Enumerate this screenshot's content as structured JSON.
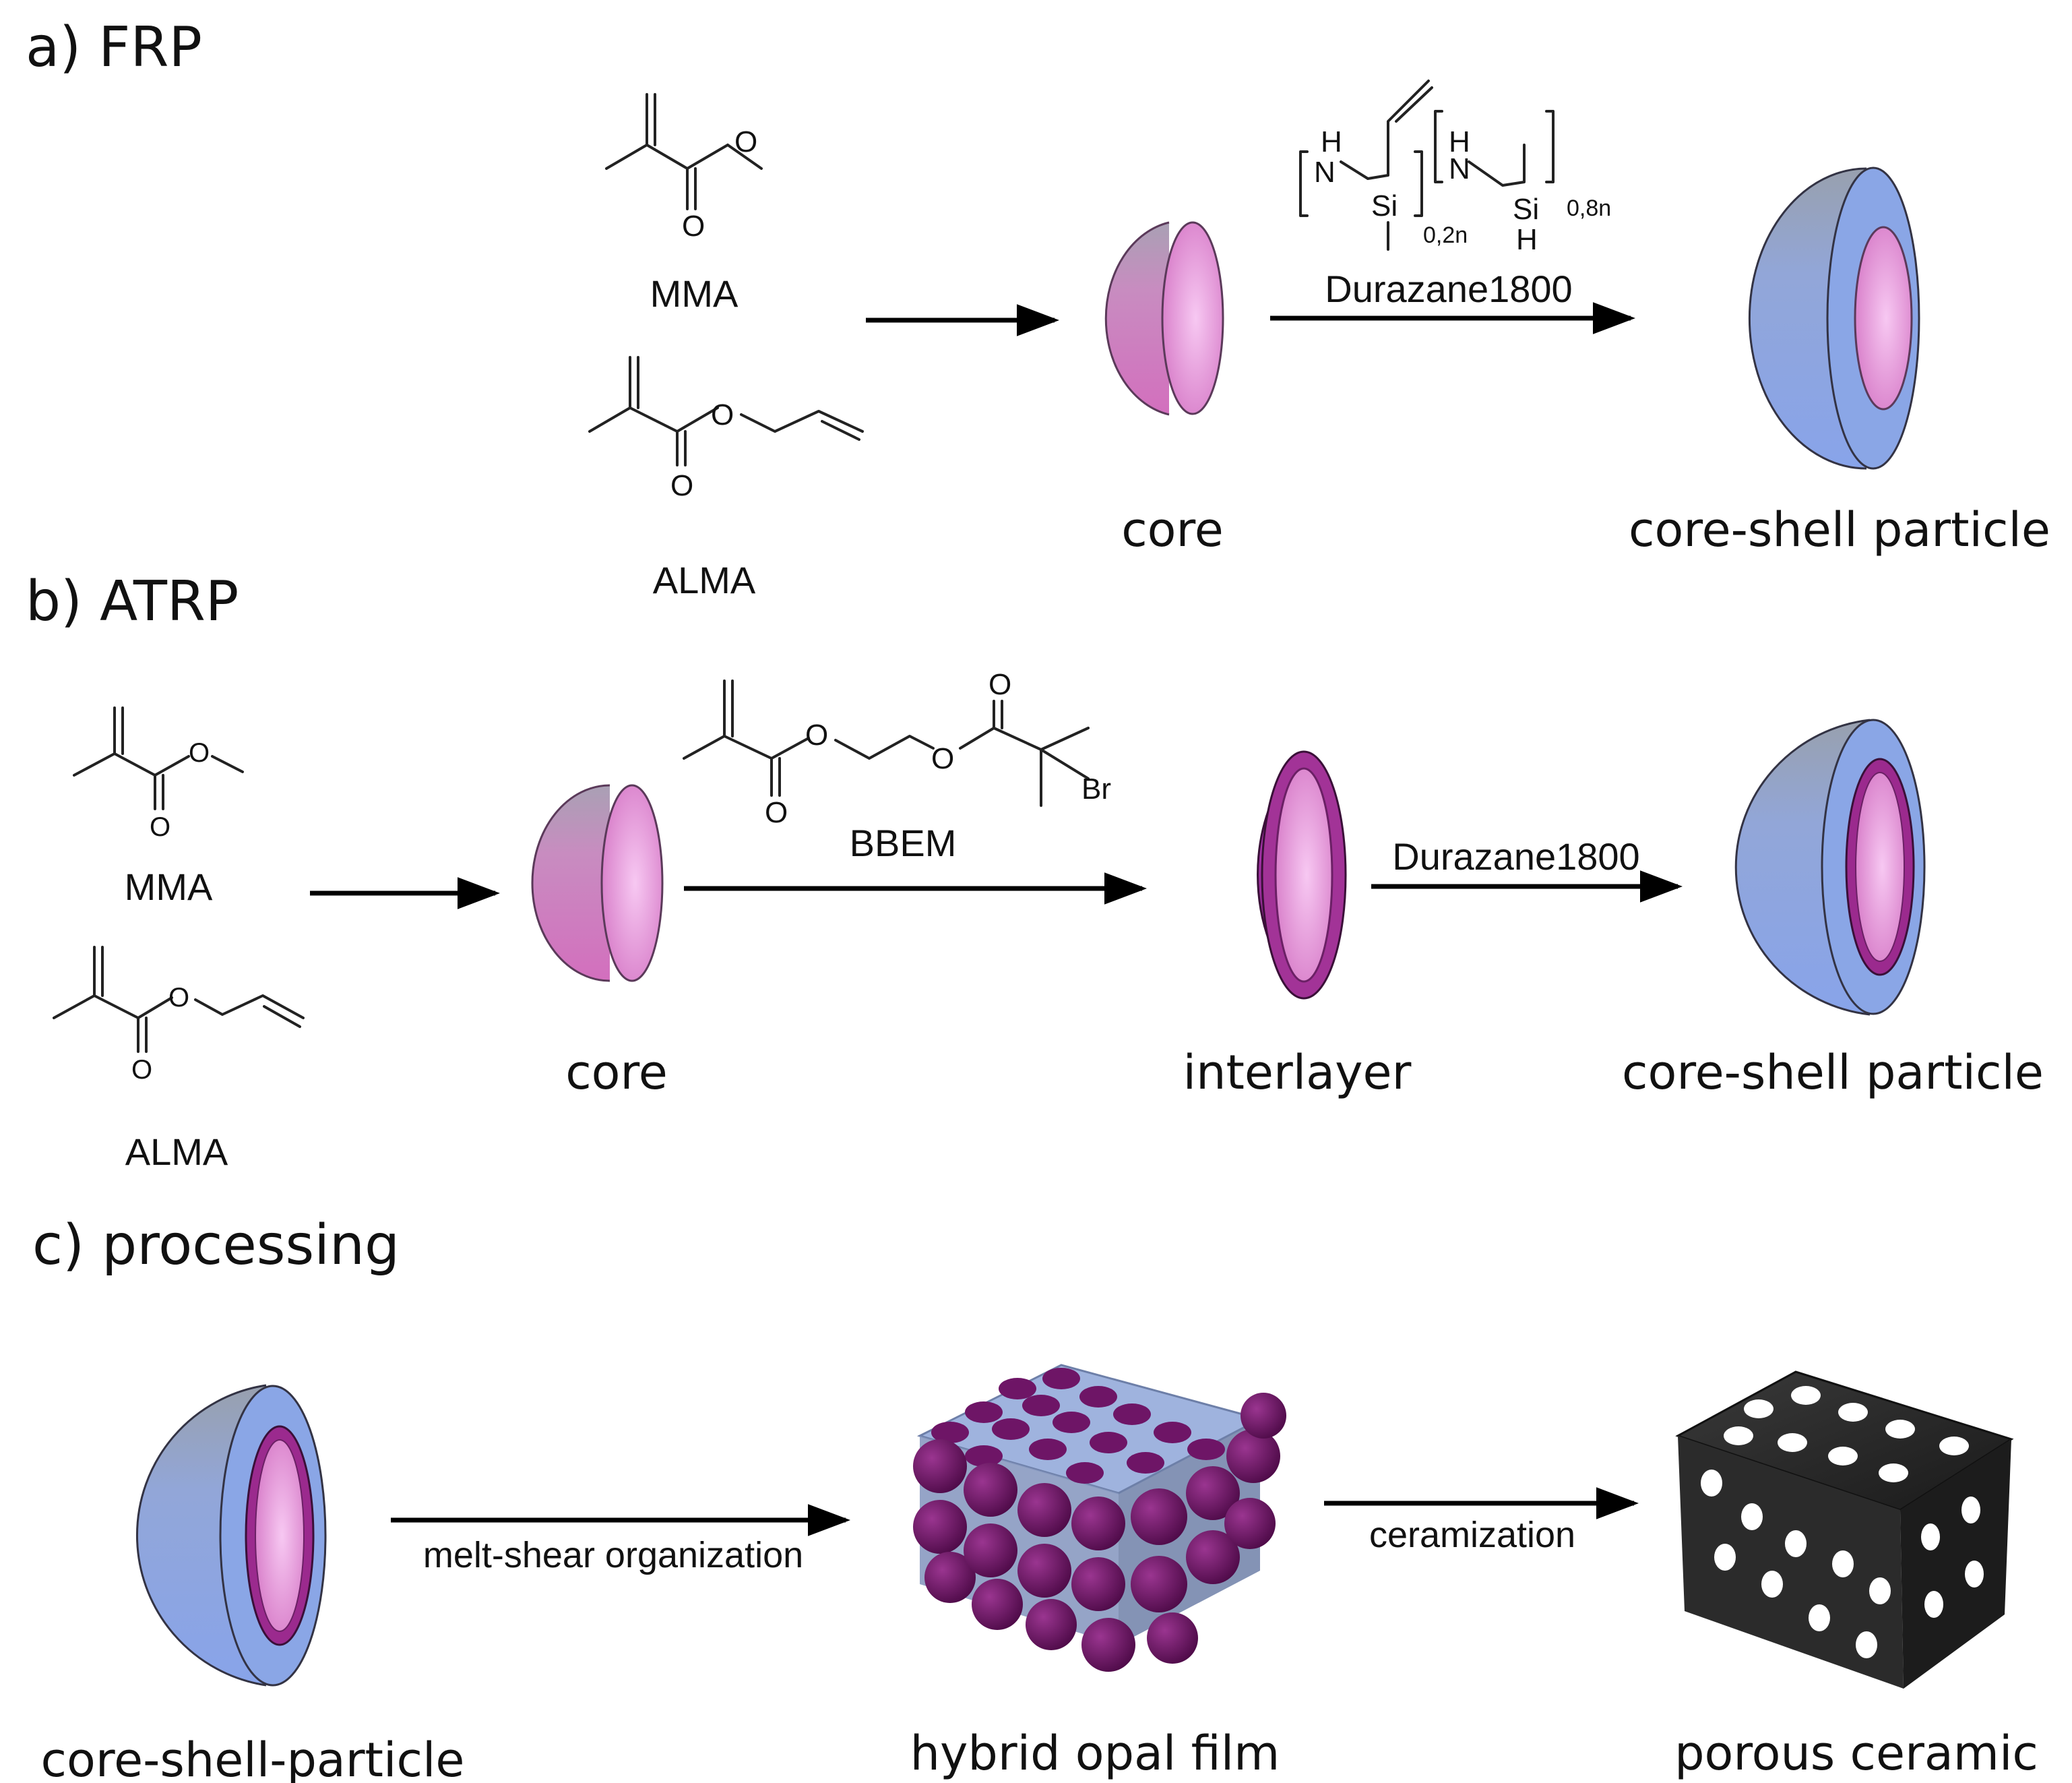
{
  "sections": {
    "a": "a) FRP",
    "b": "b) ATRP",
    "c": "c) processing"
  },
  "frp": {
    "mma_label": "MMA",
    "alma_label": "ALMA",
    "core_label": "core",
    "reagent_label": "Durazane1800",
    "product_label": "core-shell particle",
    "polymer": {
      "h1": "H",
      "n1": "N",
      "si1": "Si",
      "sub1": "0,2n",
      "h2": "H",
      "n2": "N",
      "si2": "Si",
      "h3": "H",
      "sub2": "0,8n"
    }
  },
  "atrp": {
    "mma_label": "MMA",
    "alma_label": "ALMA",
    "core_label": "core",
    "reagent1_label": "BBEM",
    "interlayer_label": "interlayer",
    "reagent2_label": "Durazane1800",
    "product_label": "core-shell particle"
  },
  "processing": {
    "particle_label": "core-shell-particle",
    "step1_label": "melt-shear organization",
    "film_label": "hybrid opal film",
    "step2_label": "ceramization",
    "ceramic_label": "porous ceramic"
  },
  "atoms": {
    "O": "O",
    "Br": "Br"
  },
  "colors": {
    "core_pink": "#d97bc4",
    "core_light": "#f2b6ea",
    "interlayer_purple": "#9b2a8e",
    "shell_blue": "#8aa6e6",
    "shell_grey": "#9aa4b8",
    "film_purple": "#6e1566",
    "ceramic_dark": "#2a2a2a"
  }
}
